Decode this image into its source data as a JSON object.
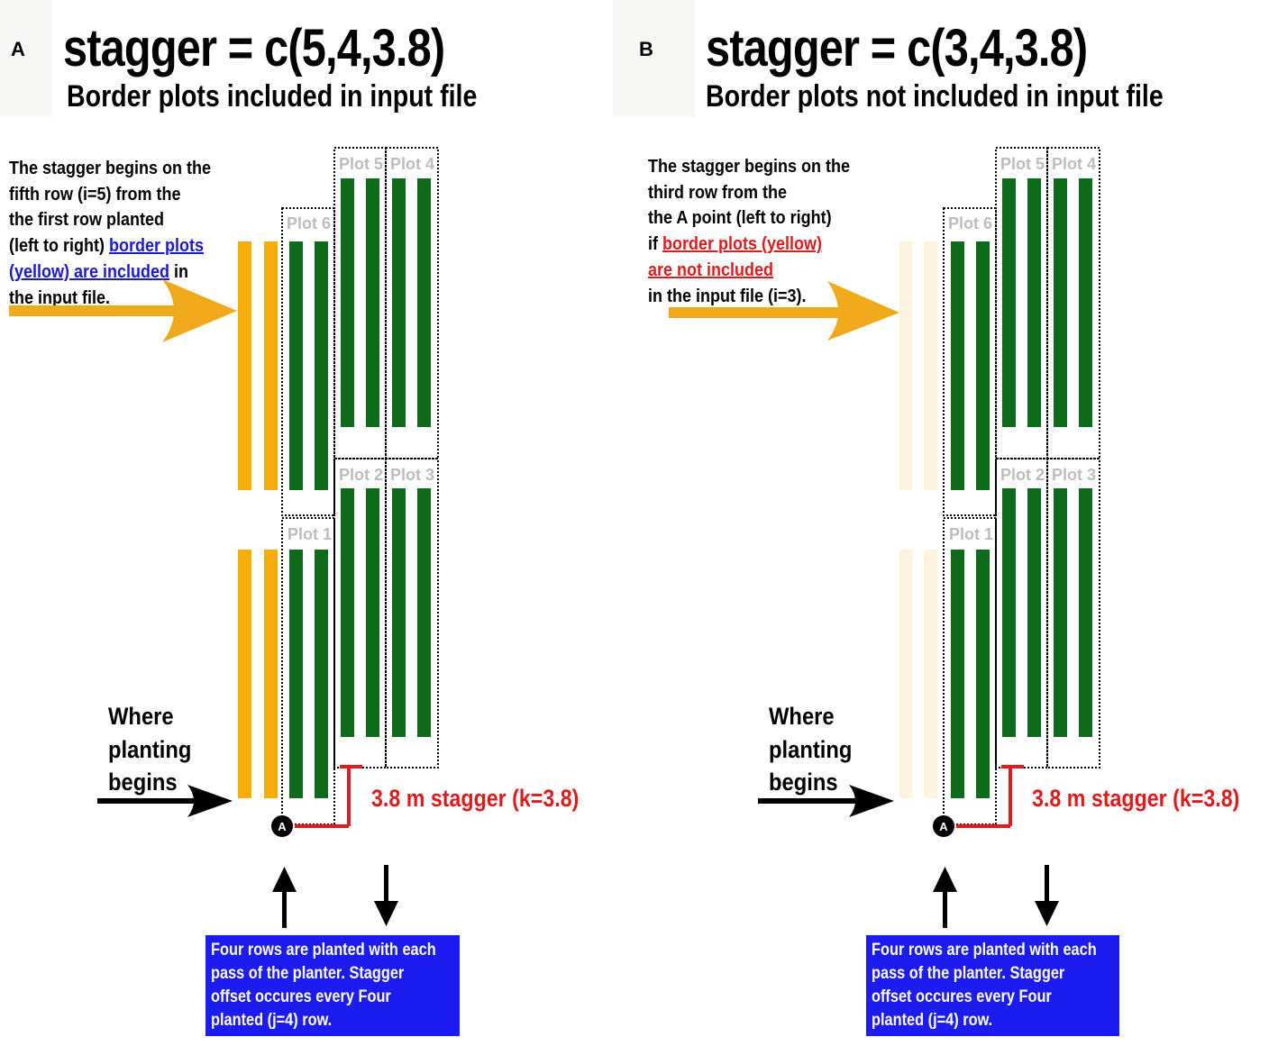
{
  "colors": {
    "crop_row": "#0f6b1c",
    "border_row": "#f5ad0a",
    "border_row_faded": "#fdf3de",
    "arrow_yellow": "#f0a91b",
    "stagger_red": "#e01b1b",
    "link_blue": "#1a1ad6",
    "note_box": "#1c1cf0",
    "plot_label": "#bdbdbd"
  },
  "panels": [
    {
      "letter": "A",
      "title": "stagger = c(5,4,3.8)",
      "subtitle": "Border plots included in input file",
      "description": {
        "line1": "The stagger begins on the",
        "line2": "fifth row (i=5) from the",
        "line3": "the first row planted",
        "line4_pre": "(left to right)  ",
        "line4_link": "border plots",
        "line5_link": " (yellow) are included",
        "line5_post": " in",
        "line6": "the input file."
      },
      "where": [
        "Where",
        "planting",
        "begins"
      ],
      "stagger_label": "3.8 m stagger (k=3.8)",
      "point_label": "A",
      "border_rows_faded": false,
      "plots": [
        "Plot 1",
        "Plot 2",
        "Plot 3",
        "Plot 4",
        "Plot 5",
        "Plot 6"
      ],
      "note": [
        "Four rows are planted with each",
        "pass of the planter. Stagger",
        "offset occures every Four",
        "planted (j=4) row."
      ]
    },
    {
      "letter": "B",
      "title": "stagger = c(3,4,3.8)",
      "subtitle": "Border plots not included in input file",
      "description": {
        "line1": "The stagger begins on the",
        "line2": "third row from the",
        "line3": "the A point (left to right)",
        "line4_pre": "if ",
        "line4_link": "border plots (yellow) ",
        "line5_link": "are not included ",
        "line6": "in the input file (i=3)."
      },
      "where": [
        "Where",
        "planting",
        "begins"
      ],
      "stagger_label": "3.8 m stagger (k=3.8)",
      "point_label": "A",
      "border_rows_faded": true,
      "plots": [
        "Plot 1",
        "Plot 2",
        "Plot 3",
        "Plot 4",
        "Plot 5",
        "Plot 6"
      ],
      "note": [
        "Four rows are planted with each",
        "pass of the planter. Stagger",
        "offset occures every Four",
        "planted (j=4) row."
      ]
    }
  ]
}
